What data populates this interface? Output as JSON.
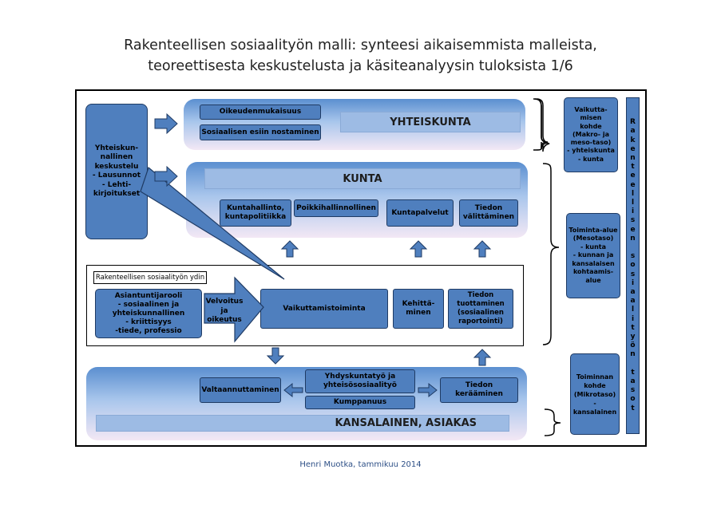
{
  "title": {
    "line1": "Rakenteellisen sosiaalityön malli: synteesi aikaisemmista malleista,",
    "line2": "teoreettisesta keskustelusta ja käsiteanalyysin tuloksista 1/6"
  },
  "footer": "Henri Muotka, tammikuu 2014",
  "left_box": "Yhteiskun-\nnallinen\nkeskustelu\n- Lausunnot\n- Lehti-\nkirjoitukset",
  "society": {
    "label": "YHTEISKUNTA",
    "items": [
      "Oikeudenmukaisuus",
      "Sosiaalisen esiin nostaminen"
    ]
  },
  "municipality": {
    "label": "KUNTA",
    "items": [
      "Kuntahallinto,\nkuntapolitiikka",
      "Poikkihallinnollinen",
      "Kuntapalvelut",
      "Tiedon\nvälittäminen"
    ]
  },
  "core": {
    "label": "Rakenteellisen sosiaalityön ydin",
    "expert": "Asiantuntijarooli\n- sosiaalinen ja\nyhteiskunnallinen\n- kriittisyys\n-tiede, professio",
    "obligation": "Velvoitus\nja\noikeutus",
    "influence": "Vaikuttamistoiminta",
    "development": "Kehittä-\nminen",
    "knowledge": "Tiedon\ntuottaminen\n(sosiaalinen\nraportointi)"
  },
  "citizen": {
    "label": "KANSALAINEN, ASIAKAS",
    "empowerment": "Valtaannuttaminen",
    "community": "Yhdyskuntatyö ja\nyhteisösosiaalityö",
    "partnership": "Kumppanuus",
    "collection": "Tiedon kerääminen"
  },
  "right_boxes": {
    "macro": "Vaikutta-\nmisen\nkohde\n(Makro- ja\nmeso-taso)\n- yhteiskunta\n- kunta",
    "meso": "Toiminta-alue\n(Mesotaso)\n- kunta\n- kunnan ja\nkansalaisen\nkohtaamis-\nalue",
    "micro": "Toiminnan\nkohde\n(Mikrotaso)\n-\nkansalainen"
  },
  "vertical_label": "Rakenteellisen sosiaalityön tasot"
}
